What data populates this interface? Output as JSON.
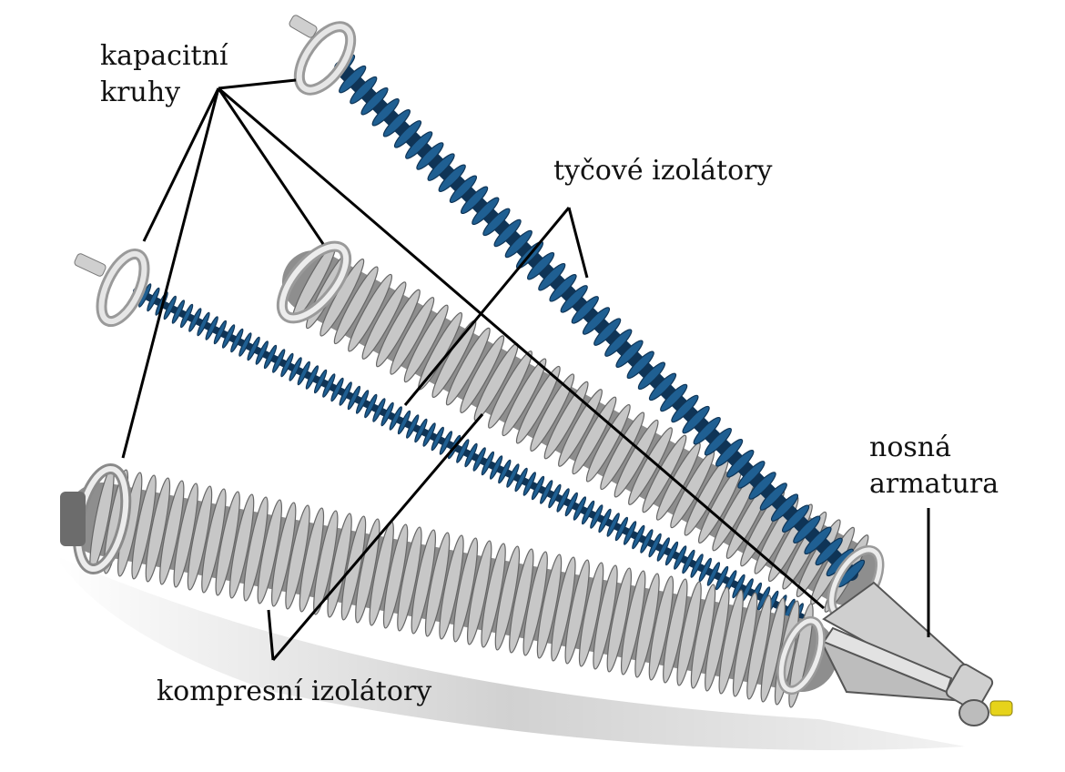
{
  "labels": {
    "capacitive_rings": [
      "kapacitní",
      "kruhy"
    ],
    "rod_insulators": "tyčové izolátory",
    "support_fitting": [
      "nosná",
      "armatura"
    ],
    "compression_insulators": "kompresní izolátory"
  },
  "colors": {
    "background": "#ffffff",
    "rod_insulator_blue": "#1f5f92",
    "rod_insulator_dark": "#0f3456",
    "compression_insulator_grey": "#c7c7c7",
    "compression_insulator_shadow": "#8e8e8e",
    "metal_fitting": "#d9d9d9",
    "bolt_yellow": "#e6d31a",
    "leader_line": "#000000"
  },
  "icons": {
    "capacitive_ring": "grading-ring",
    "rod_insulator": "rod-insulator",
    "compression_insulator": "compression-insulator",
    "support_fitting": "support-bracket"
  }
}
